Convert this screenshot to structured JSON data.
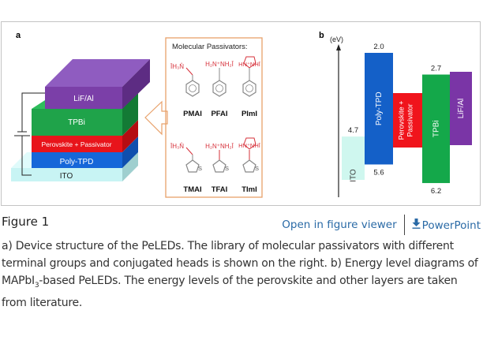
{
  "figure": {
    "panel_a_label": "a",
    "panel_b_label": "b",
    "device_stack": {
      "layers": [
        {
          "name": "LiF/Al",
          "color": "#7b3fa8"
        },
        {
          "name": "TPBi",
          "color": "#1fa34a"
        },
        {
          "name": "Perovskite + Passivator",
          "color": "#e8141b"
        },
        {
          "name": "Poly-TPD",
          "color": "#1667d9"
        },
        {
          "name": "ITO",
          "color": "#c8f4f4"
        }
      ]
    },
    "passivators": {
      "title": "Molecular Passivators:",
      "border_color": "#e8a16a",
      "structure_color": "#d6303a",
      "row1": [
        {
          "formula": "ĪH₃N̊",
          "name": "PMAI",
          "ring": "benzene-ring"
        },
        {
          "formula": "H₂N⁺NH₂Ī",
          "name": "PFAI",
          "ring": "benzene-ring"
        },
        {
          "formula": "HN⁺NHĪ",
          "name": "PImI",
          "ring": "benzene-ring"
        }
      ],
      "row2": [
        {
          "formula": "ĪH₃N̊",
          "name": "TMAI",
          "ring": "thiophene-ring",
          "ring_atom": "S"
        },
        {
          "formula": "H₂N⁺NH₂Ī",
          "name": "TFAI",
          "ring": "thiophene-ring",
          "ring_atom": "S"
        },
        {
          "formula": "HN⁺NHĪ",
          "name": "TImI",
          "ring": "thiophene-ring",
          "ring_atom": "S"
        }
      ]
    },
    "energy_diagram": {
      "axis_label": "(eV)",
      "bars": [
        {
          "name": "ITO",
          "top": 4.7,
          "bottom": null,
          "top_label": "4.7",
          "bottom_label": "",
          "color": "#cff7ef",
          "text_color": "#333"
        },
        {
          "name": "Poly-TPD",
          "top": 2.0,
          "bottom": 5.6,
          "top_label": "2.0",
          "bottom_label": "5.6",
          "color": "#1460c8",
          "text_color": "#ffffff"
        },
        {
          "name": "Perovskite + Passivator",
          "top": null,
          "bottom": null,
          "top_label": "",
          "bottom_label": "",
          "color": "#f0141c",
          "text_color": "#ffffff"
        },
        {
          "name": "TPBi",
          "top": 2.7,
          "bottom": 6.2,
          "top_label": "2.7",
          "bottom_label": "6.2",
          "color": "#14a84a",
          "text_color": "#ffffff"
        },
        {
          "name": "LiF/Al",
          "top": null,
          "bottom": null,
          "top_label": "",
          "bottom_label": "",
          "color": "#7a35a6",
          "text_color": "#ffffff"
        }
      ],
      "perovskite_label_line1": "Perovskite +",
      "perovskite_label_line2": "Passivator"
    }
  },
  "caption": {
    "title": "Figure 1",
    "open_viewer_label": "Open in figure viewer",
    "powerpoint_label": "PowerPoint",
    "download_icon": "download-arrow-icon",
    "link_color": "#2a6aa6",
    "text_part1": "a) Device structure of the PeLEDs. The library of molecular passivators with different terminal groups and conjugated heads is shown on the right. b) Energy level diagrams of MAPbI",
    "text_subscript": "3",
    "text_part2": "-based PeLEDs. The energy levels of the perovskite and other layers are taken from literature."
  }
}
